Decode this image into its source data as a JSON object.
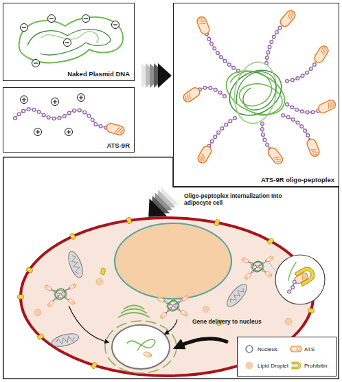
{
  "diagram": {
    "nodes": [
      {
        "text": [
          "Naked Plasmid DNA"
        ]
      },
      {
        "text": [
          "ATS-9R"
        ]
      },
      {
        "text": [
          "ATS-9R oligo-peptoplex"
        ]
      },
      {
        "text": [
          "Oligo-peptoplex internalization Into adipocyte cell",
          "Gene delivery to nucleus"
        ]
      }
    ],
    "legend": [
      {
        "text": "Nucleus"
      },
      {
        "text": "ATS"
      },
      {
        "text": "Lipid Droplet",
        "color": "#f6cfa6"
      },
      {
        "text": "Prohibitin",
        "color": "#f2d43a"
      }
    ]
  }
}
